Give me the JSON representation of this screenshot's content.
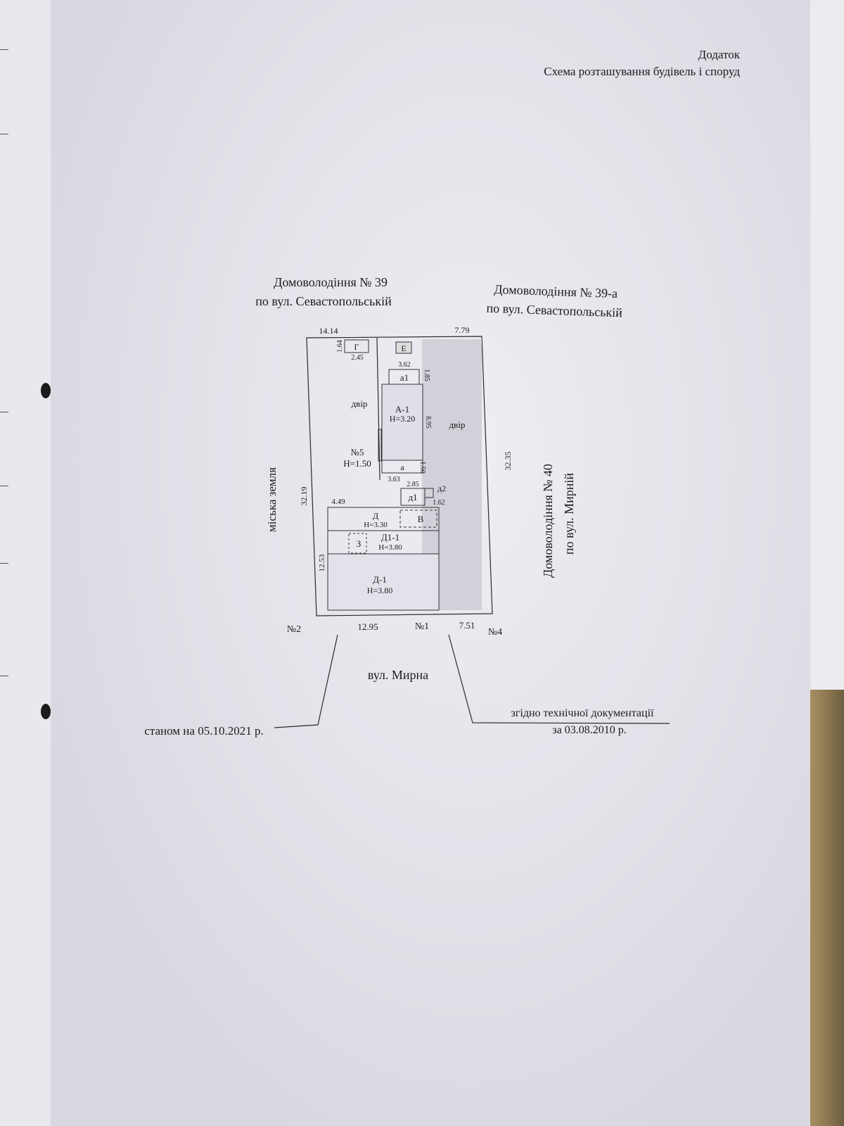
{
  "header": {
    "line1": "Додаток",
    "line2": "Схема розташування будівель і споруд"
  },
  "neighbors": {
    "north_left_line1": "Домоволодіння № 39",
    "north_left_line2": "по вул. Севастопольській",
    "north_right_line1": "Домоволодіння № 39-а",
    "north_right_line2": "по вул. Севастопольській",
    "east_line1": "Домоволодіння № 40",
    "east_line2": "по вул. Мирній",
    "west": "міська земля",
    "south": "вул. Мирна"
  },
  "buildings": {
    "g": "Г",
    "e": "Е",
    "a1": "а1",
    "a_main": "А-1",
    "a_main_h": "Н=3.20",
    "a": "а",
    "no5": "№5",
    "no5_h": "Н=1.50",
    "d1_small": "д1",
    "d2": "д2",
    "d_upper": "Д",
    "d_upper_h": "Н=3.30",
    "v": "В",
    "z": "З",
    "d1_1": "Д1-1",
    "d1_1_h": "Н=3.80",
    "d_1": "Д-1",
    "d_1_h": "Н=3.80",
    "yard_left": "двір",
    "yard_right": "двір"
  },
  "dimensions": {
    "top_left": "14.14",
    "top_right": "7.79",
    "g_side": "1.64",
    "g_width": "2.45",
    "a1_width": "3.62",
    "a1_side": "1.85",
    "a_length": "8.95",
    "a_width": "3.63",
    "a_side": "1.50",
    "d1_width": "2.85",
    "d2_width": "1.62",
    "d_width": "4.49",
    "left_side": "32.19",
    "right_side": "32.35",
    "d_side": "12.53",
    "bottom_left": "12.95",
    "bottom_right": "7.51"
  },
  "points": {
    "p1": "№1",
    "p2": "№2",
    "p4": "№4"
  },
  "notes": {
    "status": "станом на 05.10.2021 р.",
    "docs_line1": "згідно технічної документації",
    "docs_line2": "за 03.08.2010 р."
  }
}
